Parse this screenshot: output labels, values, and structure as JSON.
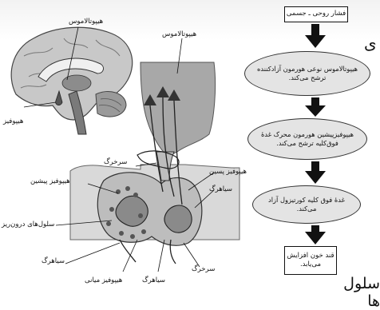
{
  "brain": {
    "hypothalamus_label": "هیپوتالاموس",
    "pituitary_label": "هیپوفیز"
  },
  "gland": {
    "hypothalamus_label": "هیپوتالاموس",
    "artery_top_label": "سرخرگ",
    "anterior_pituitary_label": "هیپوفیز پیشین",
    "posterior_pituitary_label": "هیپوفیز پسین",
    "vein_right_label": "سیاهرگ",
    "endocrine_cells_label": "سلول‌های درون‌ریز",
    "vein_bottom_left_label": "سیاهرگ",
    "intermediate_pituitary_label": "هیپوفیز میانی",
    "vein_bottom_mid_label": "سیاهرگ",
    "artery_bottom_label": "سرخرگ"
  },
  "flow": {
    "step1": "فشار روحی ـ جسمی",
    "step2": "هیپوتالاموس نوعی هورمون آزادکننده ترشح می‌کند.",
    "step3": "هیپوفیزپیشین هورمون محرک غدهٔ فوق‌کلیه ترشح می‌کند.",
    "step4": "غدهٔ فوق کلیه کورتیزول آزاد می‌کند.",
    "step5": "قند خون افزایش می‌یابد."
  },
  "background_text": {
    "fragment_right": "ی",
    "fragment_bottom": "سلول ها"
  }
}
